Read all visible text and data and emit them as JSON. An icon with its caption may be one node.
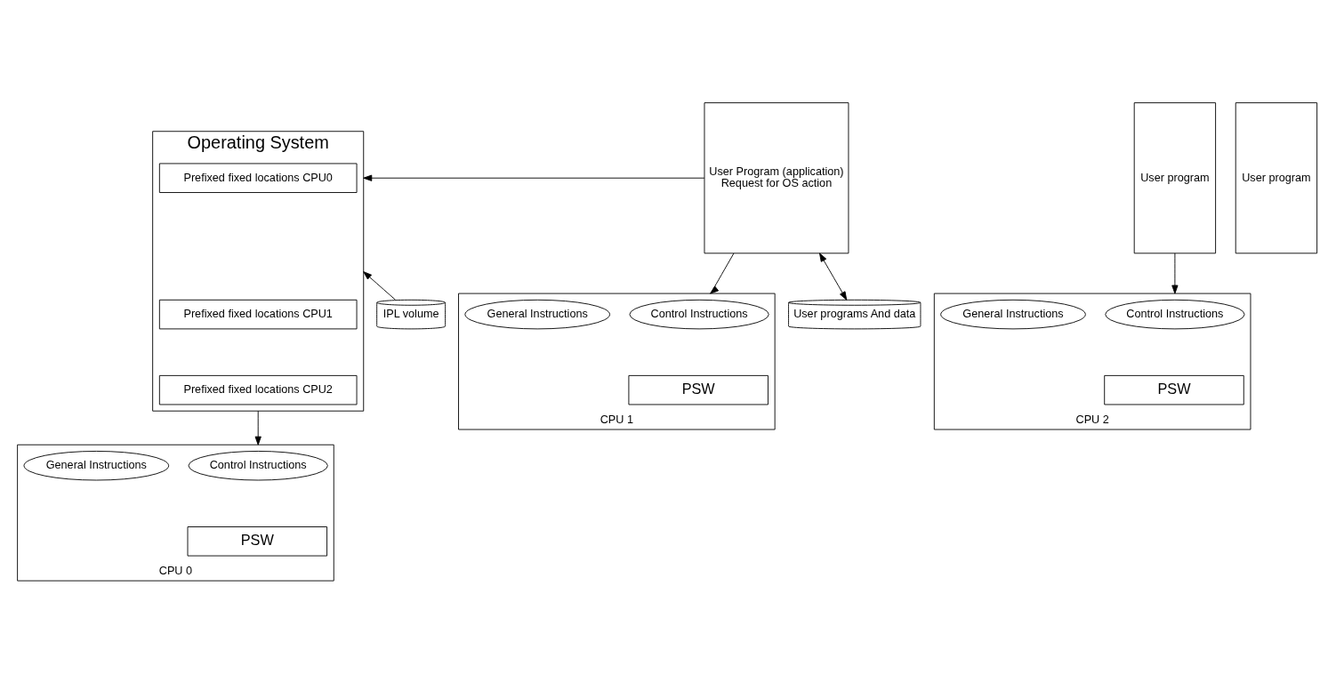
{
  "diagram": {
    "nodes": [
      {
        "text": [
          "Operating System"
        ]
      },
      {
        "text": [
          "Prefixed fixed locations CPU0"
        ],
        "in": 0
      },
      {
        "text": [
          "Prefixed fixed locations CPU1"
        ],
        "in": 0
      },
      {
        "text": [
          "Prefixed fixed locations CPU2"
        ],
        "in": 0
      },
      {
        "text": [
          "User Program (application)",
          "Request for OS action"
        ]
      },
      {
        "text": [
          "User program"
        ]
      },
      {
        "text": [
          "User program"
        ]
      },
      {
        "text": [
          "CPU 0"
        ]
      },
      {
        "text": [
          "Control Instructions"
        ],
        "in": 7
      },
      {
        "text": [
          "General Instructions"
        ],
        "in": 7
      },
      {
        "text": [
          "PSW"
        ],
        "in": 7
      },
      {
        "text": [
          "CPU 1"
        ]
      },
      {
        "text": [
          "Control Instructions"
        ],
        "in": 11
      },
      {
        "text": [
          "General Instructions"
        ],
        "in": 11
      },
      {
        "text": [
          "PSW"
        ],
        "in": 11
      },
      {
        "text": [
          "CPU 2"
        ]
      },
      {
        "text": [
          "Control Instructions"
        ],
        "in": 15
      },
      {
        "text": [
          "General Instructions"
        ],
        "in": 15
      },
      {
        "text": [
          "PSW"
        ],
        "in": 15
      },
      {
        "text": [
          "User programs And data"
        ]
      },
      {
        "text": [
          "IPL volume"
        ]
      }
    ],
    "edges": [
      {
        "from": 19,
        "to": 4,
        "arrow": "both"
      },
      {
        "from": 20,
        "to": 0,
        "arrow": "to"
      },
      {
        "from": 4,
        "to": 0,
        "arrow": "to"
      },
      {
        "from": 0,
        "to": 7,
        "arrow": "to"
      },
      {
        "from": 4,
        "to": 11,
        "arrow": "to"
      },
      {
        "from": 5,
        "to": 15,
        "arrow": "to"
      }
    ]
  }
}
